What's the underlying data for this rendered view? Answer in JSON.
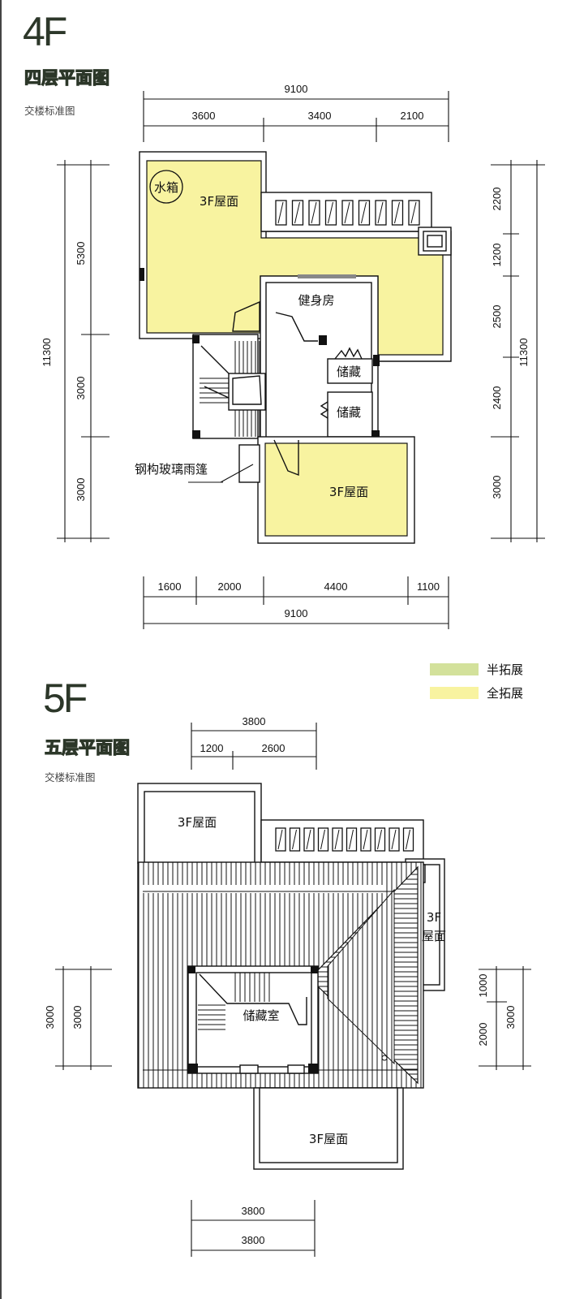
{
  "floor4": {
    "label": "4F",
    "title": "四层平面图",
    "subtitle": "交楼标准图",
    "dims": {
      "top_total": "9100",
      "top": [
        "3600",
        "3400",
        "2100"
      ],
      "left_total": "11300",
      "left": [
        "5300",
        "3000",
        "3000"
      ],
      "right": [
        "2200",
        "1200",
        "2500",
        "2400",
        "3000"
      ],
      "right_total": "11300",
      "bottom": [
        "1600",
        "2000",
        "4400",
        "1100"
      ],
      "bottom_total": "9100"
    },
    "rooms": {
      "water_tank": "水箱",
      "roof_top": "3F屋面",
      "gym": "健身房",
      "storage_1": "储藏",
      "storage_2": "储藏",
      "canopy": "钢构玻璃雨篷",
      "roof_bottom": "3F屋面"
    }
  },
  "legend": [
    {
      "label": "半拓展",
      "color": "#d3e19b"
    },
    {
      "label": "全拓展",
      "color": "#f8f3a0"
    }
  ],
  "floor5": {
    "label": "5F",
    "title": "五层平面图",
    "subtitle": "交楼标准图",
    "dims": {
      "top_total": "3800",
      "top": [
        "1200",
        "2600"
      ],
      "left_outer": "3000",
      "left_inner": "3000",
      "right": [
        "1000",
        "2000"
      ],
      "right_total": "3000",
      "bottom_1": "3800",
      "bottom_2": "3800"
    },
    "rooms": {
      "roof_top": "3F屋面",
      "roof_right_line1": "3F",
      "roof_right_line2": "屋面",
      "storage_room": "储藏室",
      "roof_bottom": "3F屋面"
    }
  }
}
